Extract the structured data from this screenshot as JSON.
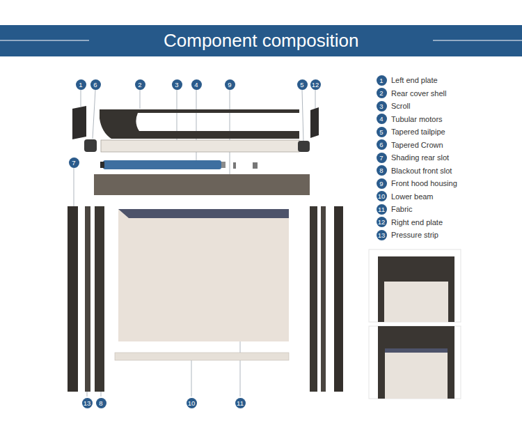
{
  "diagram": {
    "title": "Component composition",
    "labels": [
      "1",
      "6",
      "2",
      "3",
      "4",
      "9",
      "5",
      "12",
      "7",
      "13",
      "8",
      "10",
      "11",
      "1",
      "Left end plate",
      "2",
      "Rear cover shell",
      "3",
      "Scroll",
      "4",
      "Tubular motors",
      "5",
      "Tapered tailpipe",
      "6",
      "Tapered Crown",
      "7",
      "Shading rear slot",
      "8",
      "Blackout front slot",
      "9",
      "Front hood housing",
      "10",
      "Lower beam",
      "11",
      "Fabric",
      "12",
      "Right end plate",
      "13",
      "Pressure strip"
    ]
  }
}
